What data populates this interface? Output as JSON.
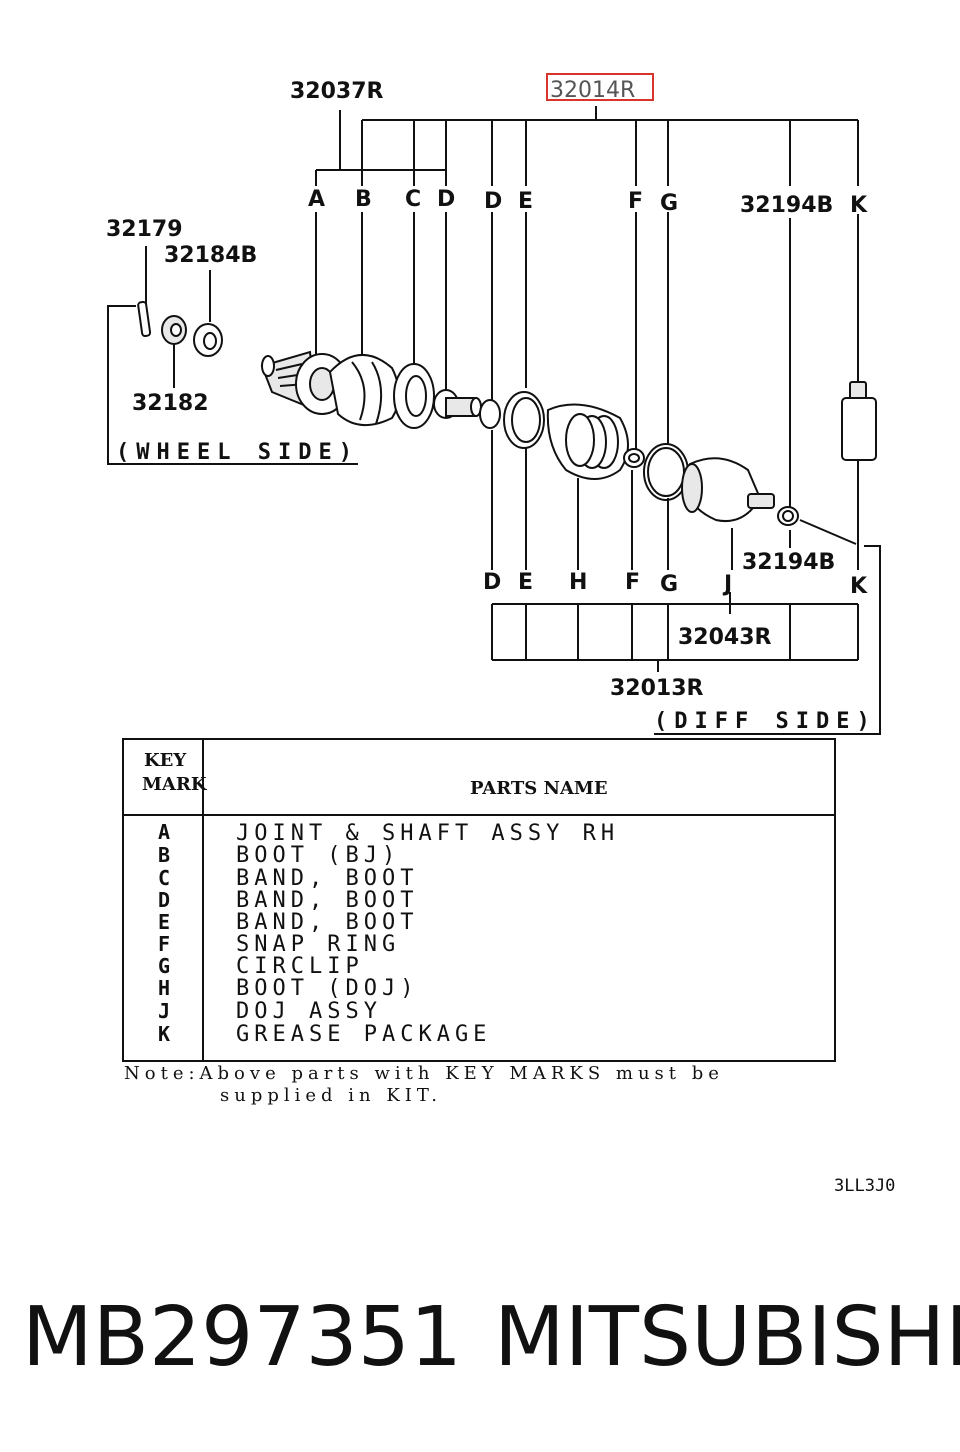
{
  "diagram": {
    "labels": {
      "assy_wheel": "32037R",
      "assy_main": "32014R",
      "pin": "32179",
      "washer": "32184B",
      "nut": "32182",
      "ring_top": "32194B",
      "ring_bottom": "32194B",
      "assy_doj": "32043R",
      "assy_diff": "32013R"
    },
    "key_letters_top": [
      "A",
      "B",
      "C",
      "D",
      "D",
      "E",
      "F",
      "G",
      "K"
    ],
    "key_letters_bottom": [
      "D",
      "E",
      "H",
      "F",
      "G",
      "J",
      "K"
    ],
    "wheel_side": "(WHEEL SIDE)",
    "diff_side": "(DIFF SIDE)",
    "highlight_color": "#d9342b"
  },
  "table": {
    "header_key_line1": "KEY",
    "header_key_line2": "MARK",
    "header_name": "PARTS NAME",
    "rows": [
      {
        "key": "A",
        "name": "JOINT & SHAFT ASSY RH"
      },
      {
        "key": "B",
        "name": "BOOT (BJ)"
      },
      {
        "key": "C",
        "name": "BAND, BOOT"
      },
      {
        "key": "D",
        "name": "BAND, BOOT"
      },
      {
        "key": "E",
        "name": "BAND, BOOT"
      },
      {
        "key": "F",
        "name": "SNAP RING"
      },
      {
        "key": "G",
        "name": "CIRCLIP"
      },
      {
        "key": "H",
        "name": "BOOT (DOJ)"
      },
      {
        "key": "J",
        "name": "DOJ ASSY"
      },
      {
        "key": "K",
        "name": "GREASE PACKAGE"
      }
    ]
  },
  "note": {
    "line1": "Note:Above parts with KEY MARKS must be",
    "line2": "supplied in KIT."
  },
  "diagram_code": "3LL3J0",
  "footer": {
    "part_number": "MB297351",
    "brand": "MITSUBISHI"
  }
}
